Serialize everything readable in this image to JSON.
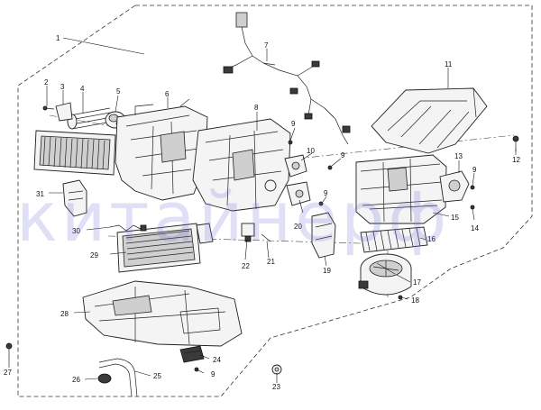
{
  "diagram": {
    "callouts": [
      "1",
      "2",
      "3",
      "4",
      "5",
      "6",
      "7",
      "8",
      "9",
      "10",
      "11",
      "12",
      "13",
      "14",
      "15",
      "16",
      "17",
      "18",
      "19",
      "20",
      "21",
      "22",
      "23",
      "24",
      "25",
      "26",
      "27",
      "28",
      "29",
      "30",
      "31"
    ],
    "repeat_labels": {
      "nine": "9"
    },
    "watermark": "китайнерф"
  }
}
